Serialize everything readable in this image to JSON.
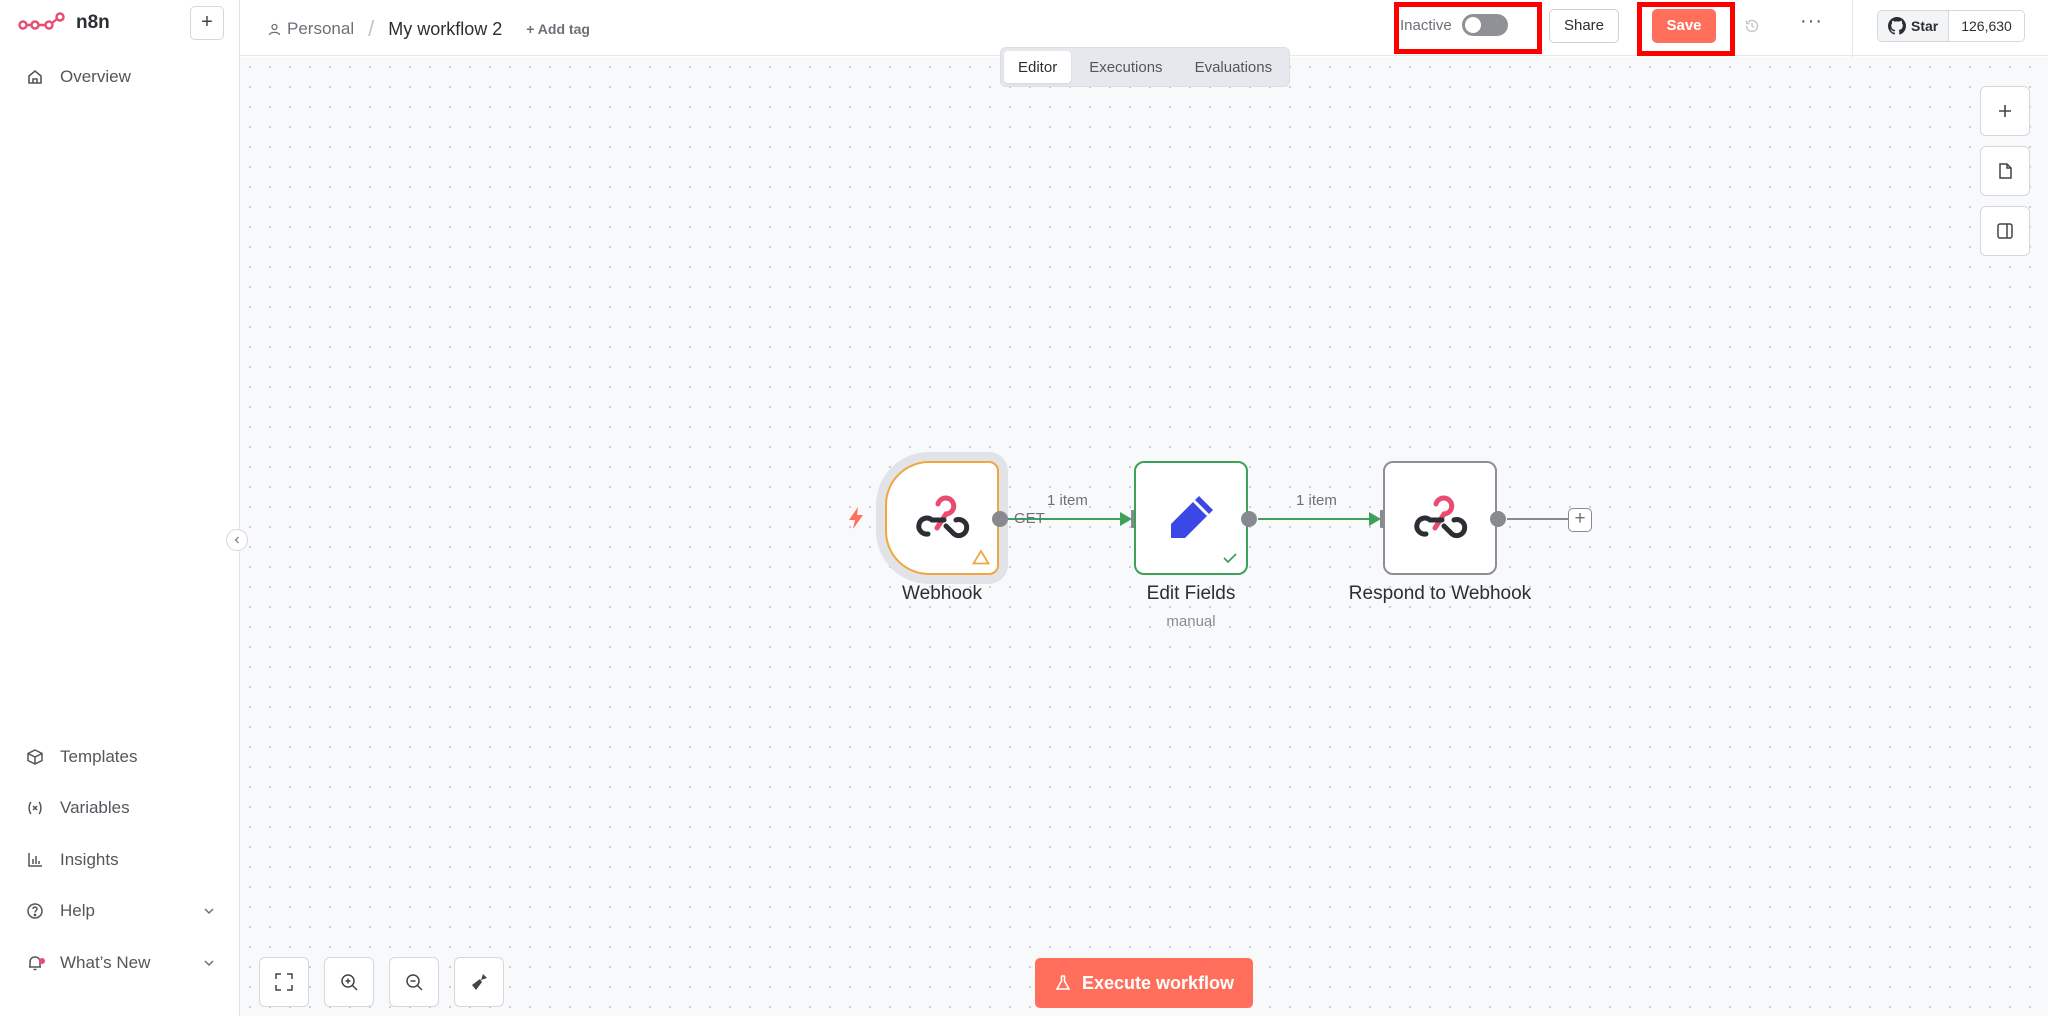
{
  "app": {
    "name": "n8n"
  },
  "sidebar": {
    "add_label": "+",
    "top_items": [
      {
        "label": "Overview",
        "icon": "home-icon"
      }
    ],
    "bottom_items": [
      {
        "label": "Templates",
        "icon": "box-icon"
      },
      {
        "label": "Variables",
        "icon": "variable-icon"
      },
      {
        "label": "Insights",
        "icon": "chart-icon"
      },
      {
        "label": "Help",
        "icon": "help-icon"
      },
      {
        "label": "What’s New",
        "icon": "bell-icon"
      }
    ]
  },
  "header": {
    "project": "Personal",
    "workflow_name": "My workflow 2",
    "add_tag": "+ Add tag",
    "active_label": "Inactive",
    "active": false,
    "share_label": "Share",
    "save_label": "Save",
    "more_label": "···",
    "github_star_label": "Star",
    "github_star_count": "126,630"
  },
  "view_tabs": [
    {
      "label": "Editor",
      "active": true
    },
    {
      "label": "Executions",
      "active": false
    },
    {
      "label": "Evaluations",
      "active": false
    }
  ],
  "nodes": [
    {
      "name": "Webhook",
      "subtitle": "",
      "status": "warning"
    },
    {
      "name": "Edit Fields",
      "subtitle": "manual",
      "status": "success"
    },
    {
      "name": "Respond to Webhook",
      "subtitle": "",
      "status": "none"
    }
  ],
  "edges": [
    {
      "label": "1 item",
      "output_label": "GET"
    },
    {
      "label": "1 item",
      "output_label": ""
    }
  ],
  "execute_label": "Execute workflow",
  "colors": {
    "accent": "#ff6f5c",
    "brand": "#ea4b71",
    "success": "#3da15a",
    "warning": "#f0a73c",
    "highlight": "#ff0000"
  }
}
